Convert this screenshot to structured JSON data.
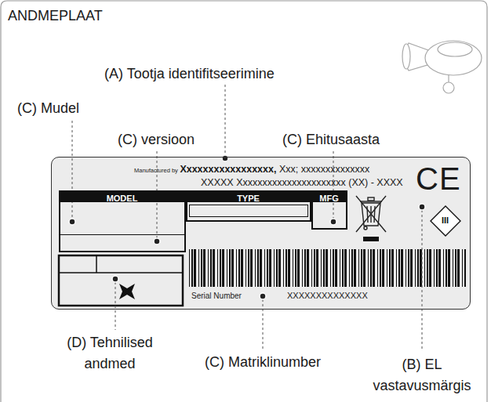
{
  "diagram": {
    "title": "ANDMEPLAAT",
    "nodes": [
      {
        "text": [
          "Manufactured by",
          "Xxxxxxxxxxxxxxxxx,",
          "Xxx; xxxxxxxxxxxxxx",
          "XXXXX Xxxxxxxxxxxxxxxxxxxxxx (XX) - XXXX",
          "Serial Number",
          "XXXXXXXXXXXXXX"
        ]
      },
      {
        "text": [
          "MODEL"
        ],
        "in": 0
      },
      {
        "text": [
          "TYPE"
        ],
        "in": 0
      },
      {
        "text": [
          "MFG"
        ],
        "in": 0
      },
      {
        "text": [
          "III"
        ],
        "in": 0
      }
    ],
    "labels": [
      "(A) Tootja identifitseerimine",
      "(C) Mudel",
      "(C) versioon",
      "(C) Ehitusaasta",
      "(D) Tehnilised andmed",
      "(C) Matriklinumber",
      "(B) EL vastavusmärgis",
      "CE"
    ]
  }
}
